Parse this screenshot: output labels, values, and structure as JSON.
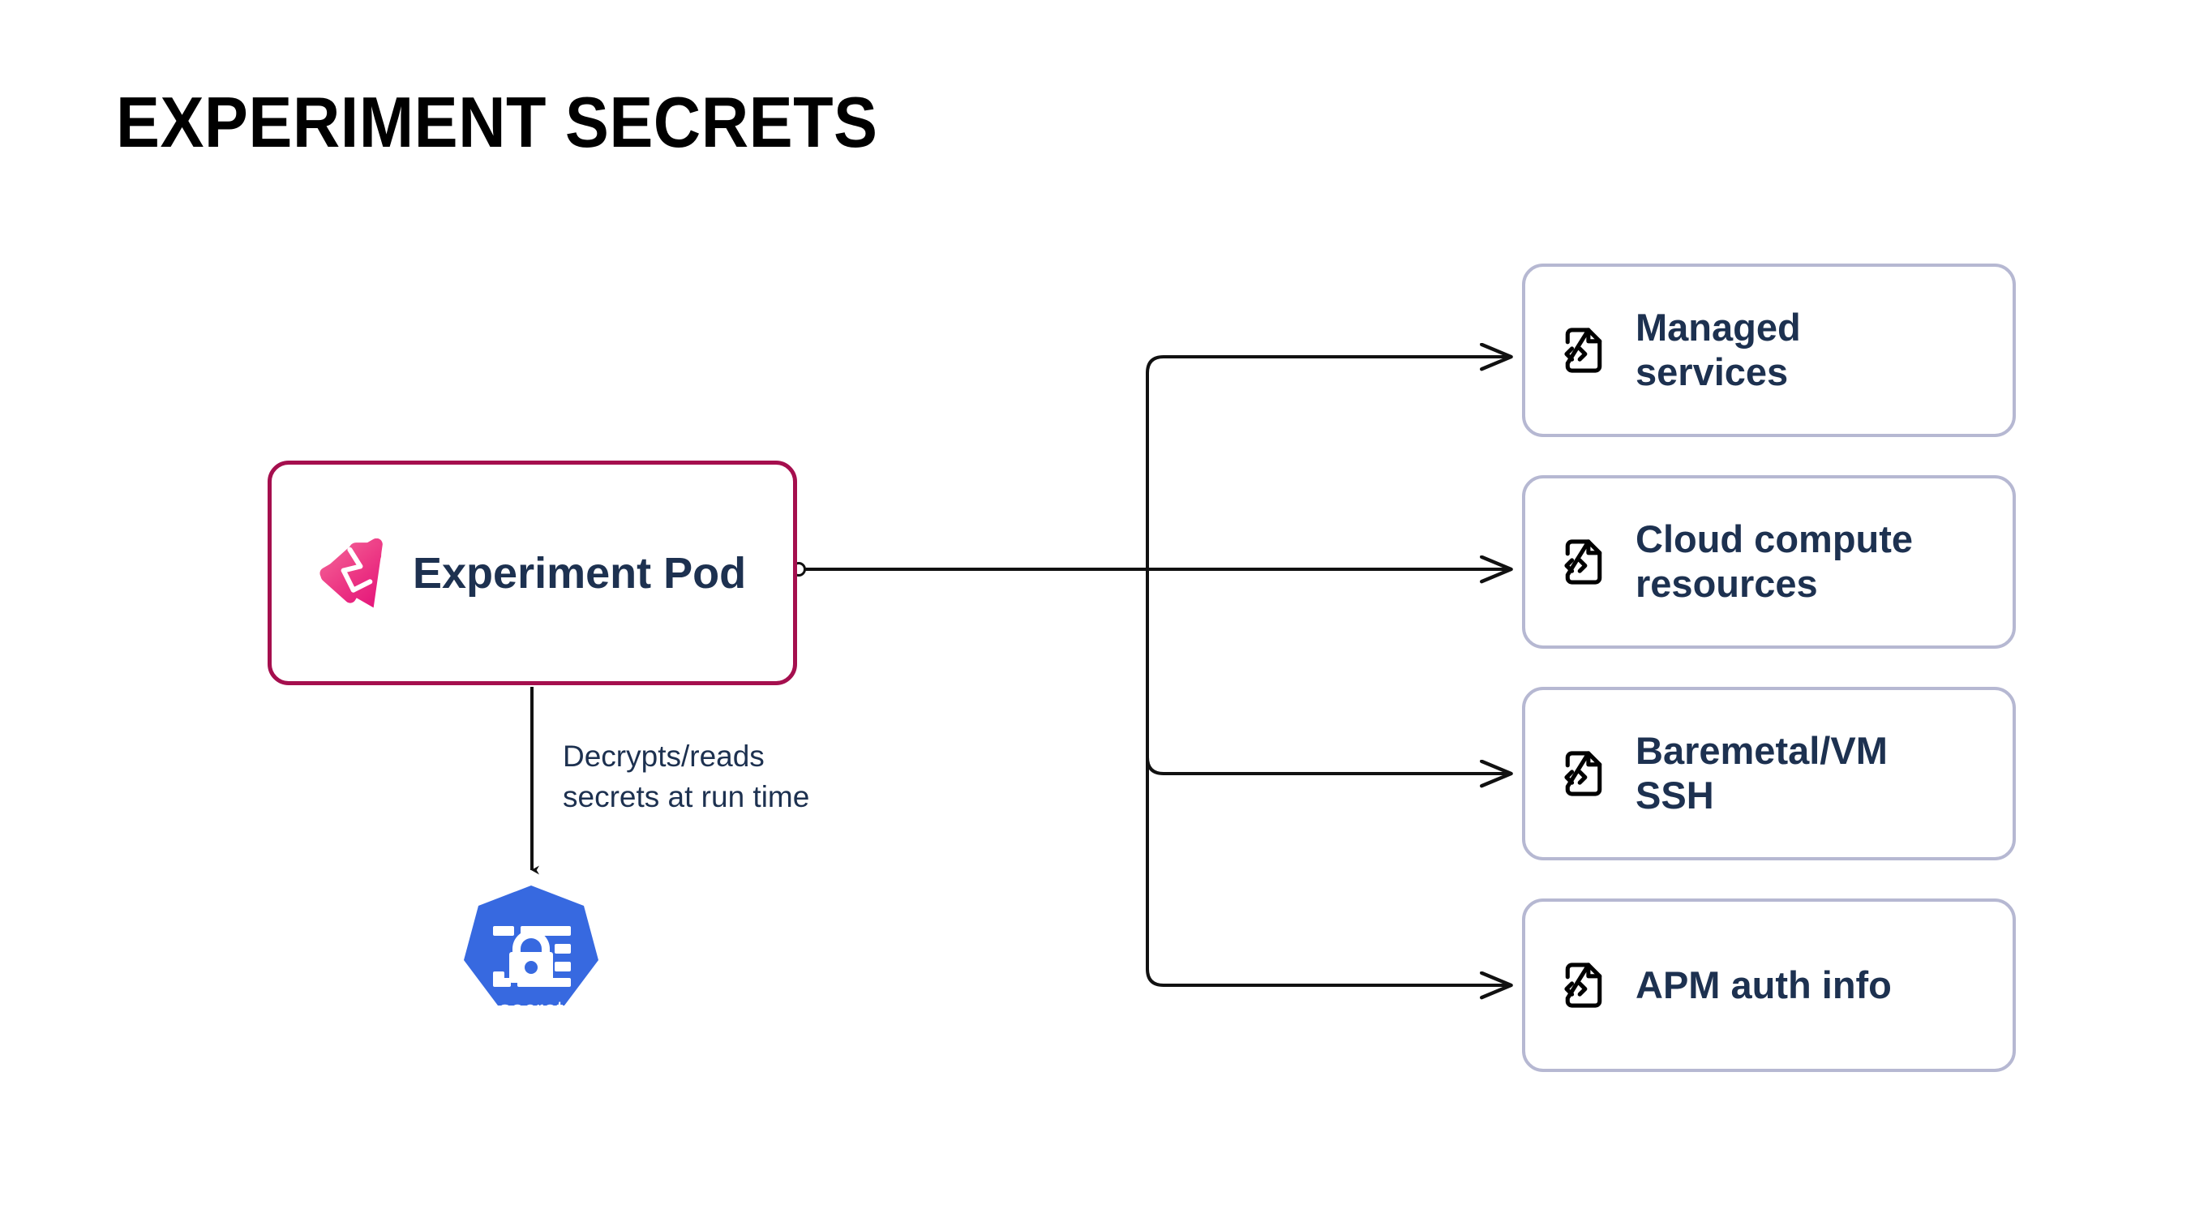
{
  "page": {
    "title": "EXPERIMENT SECRETS",
    "background_color": "#ffffff"
  },
  "colors": {
    "title_text": "#000000",
    "pod_border": "#A50F4E",
    "pod_logo_gradient_start": "#F2588F",
    "pod_logo_gradient_end": "#E5177B",
    "node_text": "#1D3150",
    "card_border": "#B6B8D2",
    "card_background": "#ffffff",
    "card_icon": "#000000",
    "connector_line": "#111111",
    "kubernetes_blue": "#3769E0",
    "kubernetes_icon_glyph": "#ffffff"
  },
  "source_node": {
    "label": "Experiment Pod",
    "icon": "litmus-chaos-logo-icon",
    "border_color": "#A50F4E"
  },
  "secret_node": {
    "label": "secret",
    "icon": "kubernetes-secret-icon",
    "shape": "heptagon",
    "fill_color": "#3769E0"
  },
  "secret_edge": {
    "caption_line_1": "Decrypts/reads",
    "caption_line_2": "secrets at run time",
    "direction": "down",
    "arrowhead": true
  },
  "targets": {
    "icon": "file-code-icon",
    "cards": [
      {
        "label_line_1": "Managed",
        "label_line_2": "services"
      },
      {
        "label_line_1": "Cloud compute",
        "label_line_2": "resources"
      },
      {
        "label_line_1": "Baremetal/VM",
        "label_line_2": "SSH"
      },
      {
        "label_line_1": "APM auth info",
        "label_line_2": ""
      }
    ]
  },
  "connector": {
    "origin_marker": "circle-port",
    "branch_count": 4,
    "style": "orthogonal-rounded",
    "arrowheads": true
  }
}
